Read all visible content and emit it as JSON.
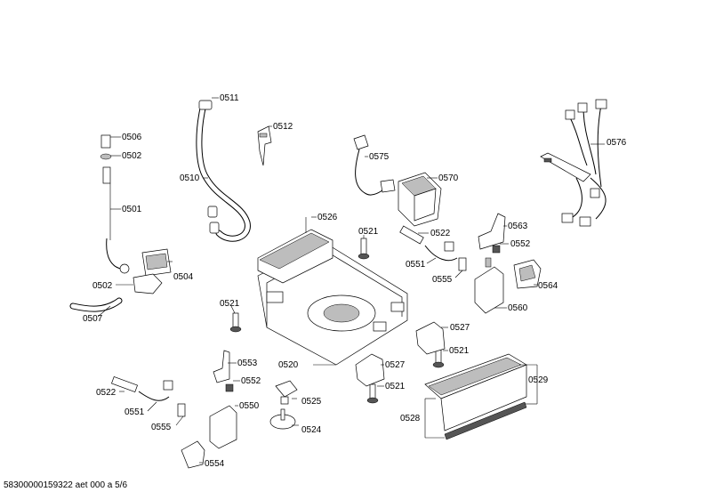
{
  "labels": {
    "l0511": "0511",
    "l0512": "0512",
    "l0506": "0506",
    "l0502a": "0502",
    "l0510": "0510",
    "l0501": "0501",
    "l0575": "0575",
    "l0570": "0570",
    "l0576": "0576",
    "l0526": "0526",
    "l0521a": "0521",
    "l0522a": "0522",
    "l0563": "0563",
    "l0552a": "0552",
    "l0551a": "0551",
    "l0555a": "0555",
    "l0564": "0564",
    "l0560": "0560",
    "l0502b": "0502",
    "l0504": "0504",
    "l0507": "0507",
    "l0521b": "0521",
    "l0527a": "0527",
    "l0521c": "0521",
    "l0520": "0520",
    "l0553": "0553",
    "l0552b": "0552",
    "l0527b": "0527",
    "l0529": "0529",
    "l0522b": "0522",
    "l0521d": "0521",
    "l0525": "0525",
    "l0550": "0550",
    "l0551b": "0551",
    "l0528": "0528",
    "l0555b": "0555",
    "l0524": "0524",
    "l0554": "0554"
  },
  "footer": {
    "document_id": "58300000159322 aet 000 a 5/6"
  }
}
